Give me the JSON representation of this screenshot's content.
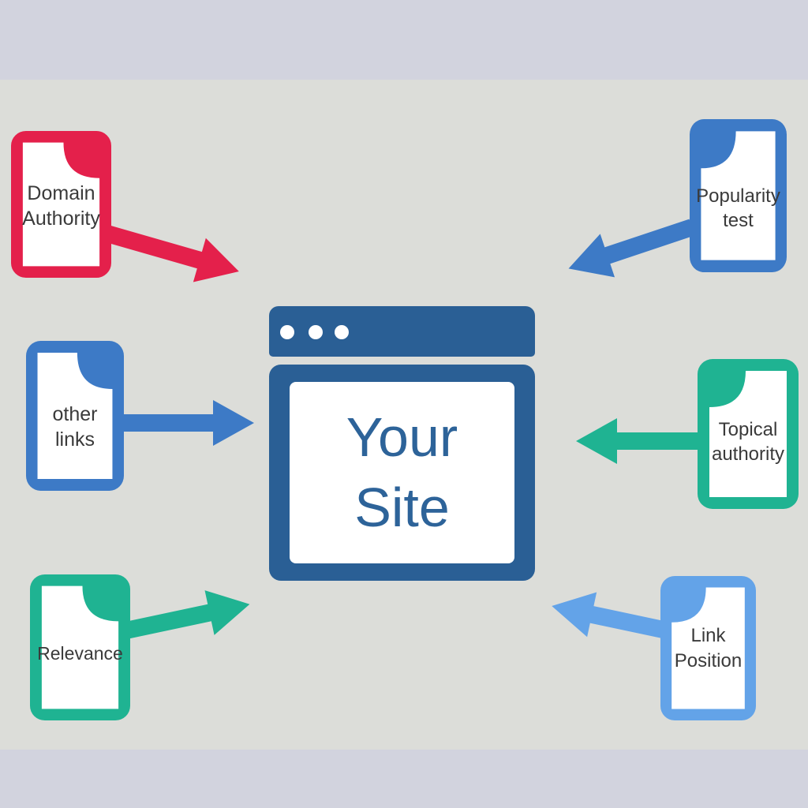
{
  "colors": {
    "canvas_bg": "#dcddd9",
    "band_bg": "#d2d3de",
    "paper": "#ffffff",
    "label_text": "#3a3a3a",
    "window_frame": "#2a5f95",
    "window_text": "#2d6399",
    "window_dot": "#ffffff"
  },
  "center_window": {
    "label": "Your\nSite"
  },
  "nodes": [
    {
      "id": "domain-authority",
      "label": "Domain\nAuthority",
      "color": "#e4204b",
      "position": "top-left",
      "arrow": "points to site"
    },
    {
      "id": "other-links",
      "label": "other\nlinks",
      "color": "#3d7ac6",
      "position": "middle-left",
      "arrow": "points to site"
    },
    {
      "id": "relevance",
      "label": "Relevance",
      "color": "#1fb392",
      "position": "bottom-left",
      "arrow": "points to site"
    },
    {
      "id": "popularity-test",
      "label": "Popularity\ntest",
      "color": "#3d7ac6",
      "position": "top-right",
      "arrow": "points to site"
    },
    {
      "id": "topical-authority",
      "label": "Topical\nauthority",
      "color": "#1fb392",
      "position": "middle-right",
      "arrow": "points to site"
    },
    {
      "id": "link-position",
      "label": "Link\nPosition",
      "color": "#63a3e8",
      "position": "bottom-right",
      "arrow": "points to site"
    }
  ]
}
